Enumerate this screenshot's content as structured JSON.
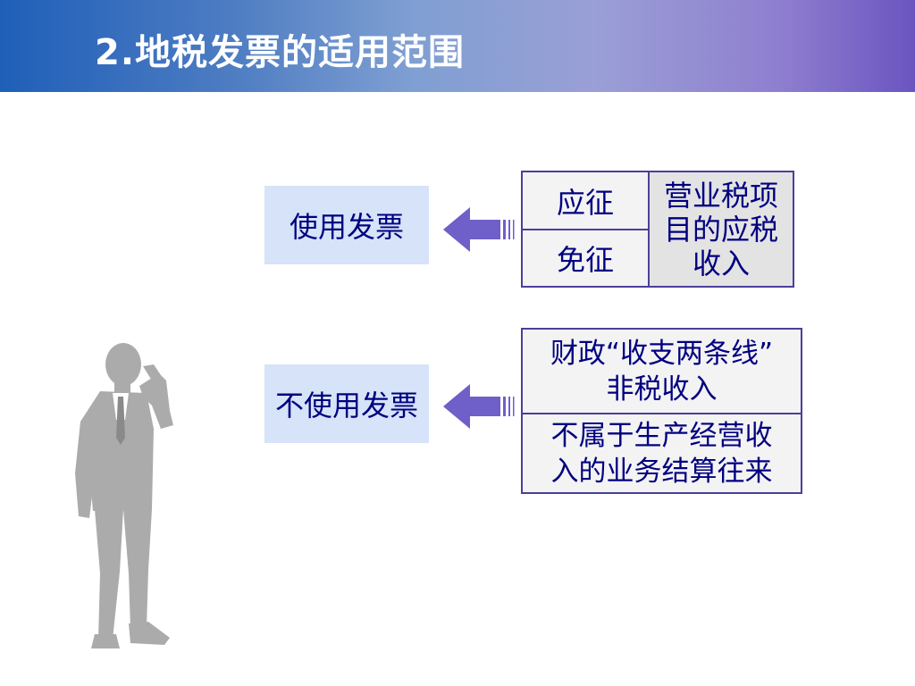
{
  "header": {
    "title": "2.地税发票的适用范围"
  },
  "labels": {
    "use_invoice": "使用发票",
    "no_invoice": "不使用发票"
  },
  "table_top": {
    "left_top": "应征",
    "left_bottom": "免征",
    "right_lines": [
      "营业税项",
      "目的应税",
      "收入"
    ]
  },
  "table_bottom": {
    "top_lines": [
      "财政“收支两条线”",
      "非税收入"
    ],
    "bottom_lines": [
      "不属于生产经营收",
      "入的业务结算往来"
    ]
  },
  "colors": {
    "text": "#000080",
    "label_bg": "#d6e3f8",
    "arrow": "#6f5fc8",
    "border": "#4a3f9a",
    "figure": "#ababab"
  },
  "icons": {
    "arrows": "left-arrow-icon",
    "figure": "thinking-businessman-icon"
  }
}
